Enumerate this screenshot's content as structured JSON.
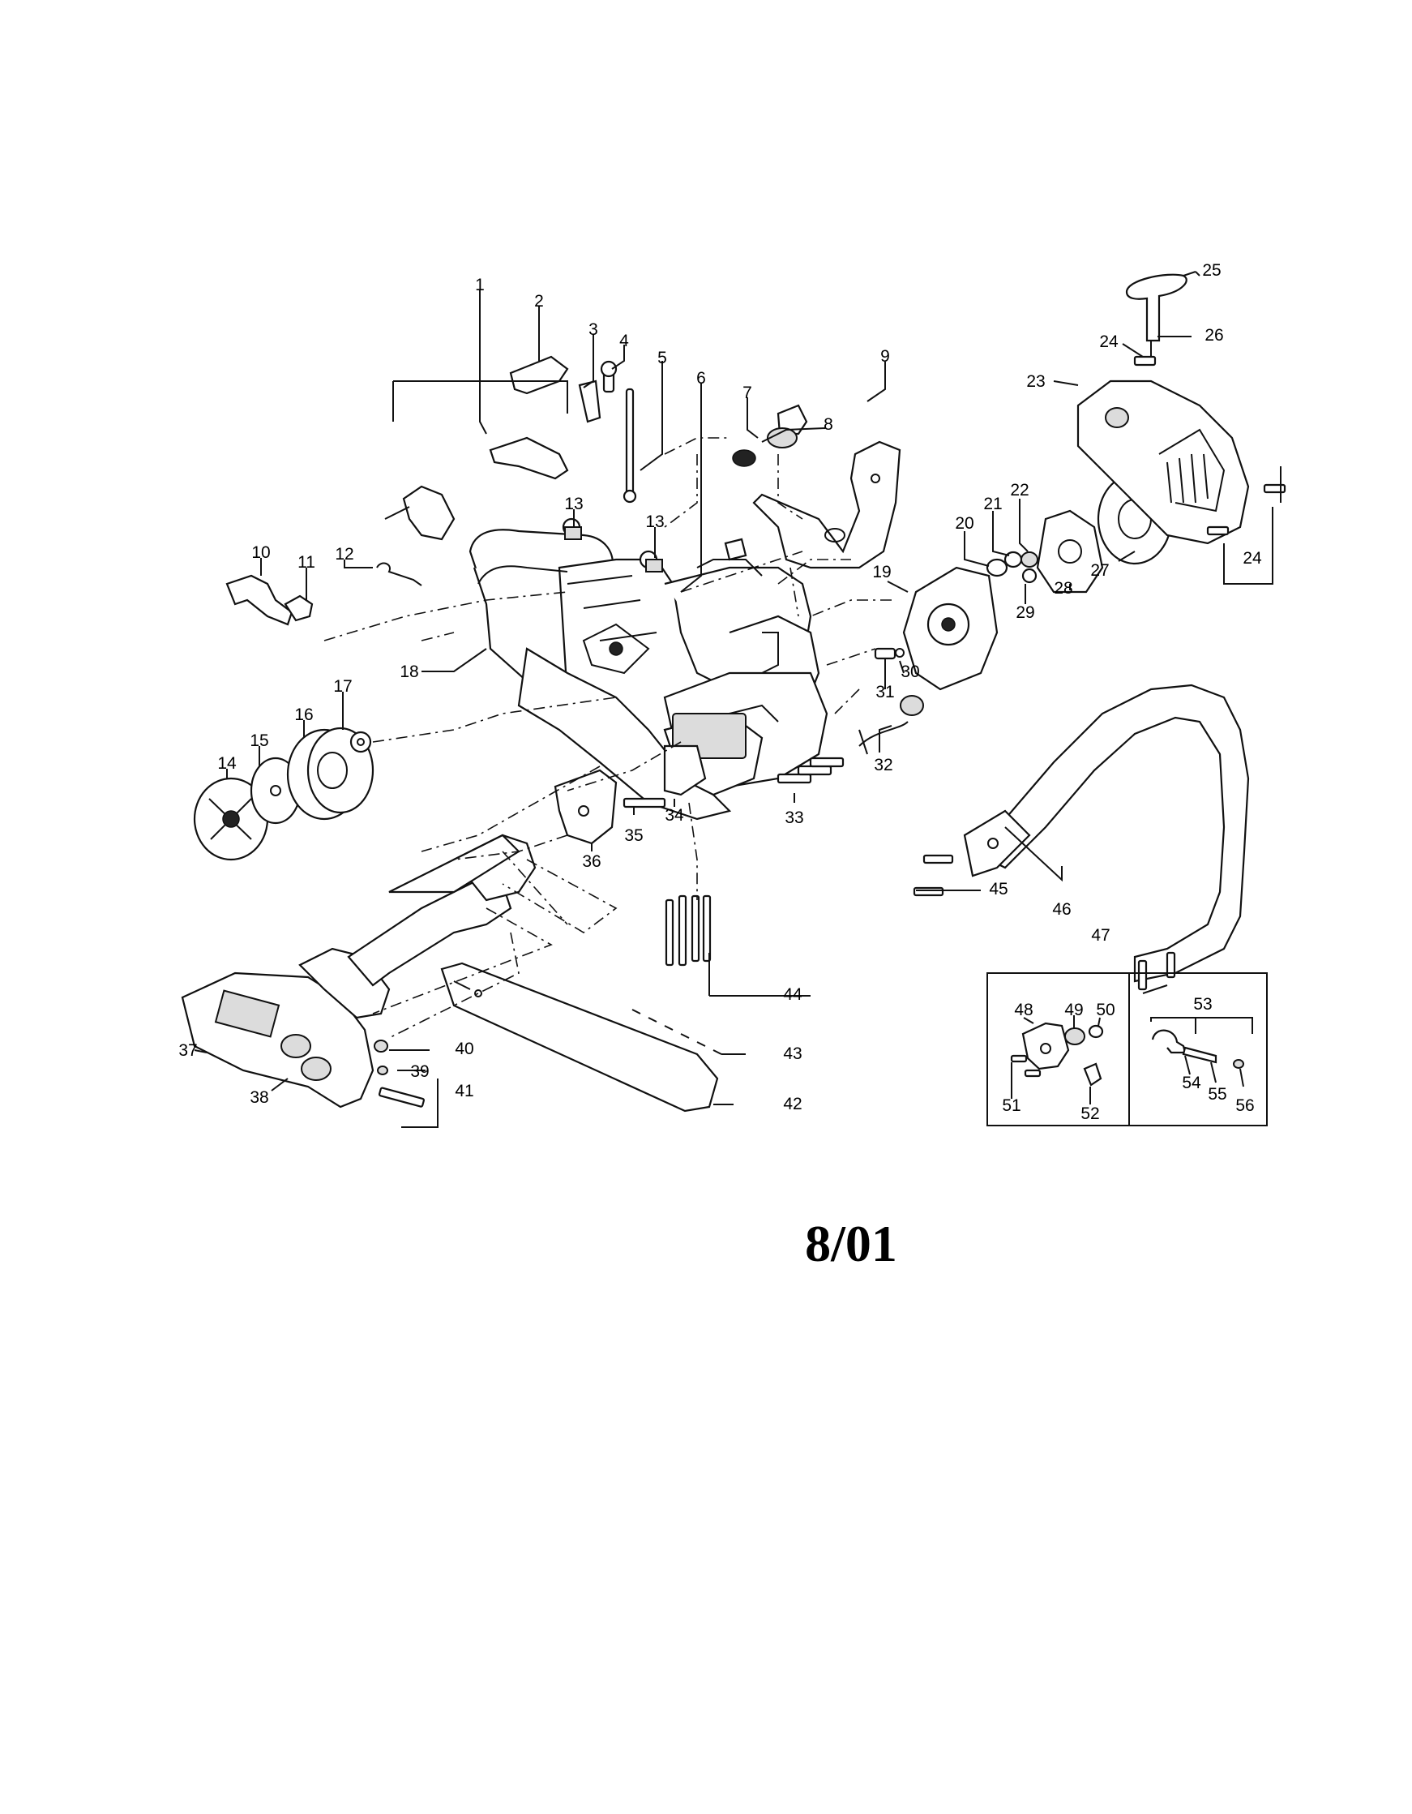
{
  "diagram": {
    "labels": [
      "1",
      "2",
      "3",
      "4",
      "5",
      "6",
      "7",
      "8",
      "9",
      "10",
      "11",
      "12",
      "13",
      "13",
      "14",
      "15",
      "16",
      "17",
      "18",
      "19",
      "20",
      "21",
      "22",
      "23",
      "24",
      "24",
      "25",
      "26",
      "27",
      "28",
      "29",
      "30",
      "31",
      "32",
      "33",
      "34",
      "35",
      "36",
      "37",
      "38",
      "39",
      "40",
      "41",
      "42",
      "43",
      "44",
      "45",
      "46",
      "47",
      "48",
      "49",
      "50",
      "51",
      "52",
      "53",
      "54",
      "55",
      "56"
    ],
    "date": "8/01"
  }
}
